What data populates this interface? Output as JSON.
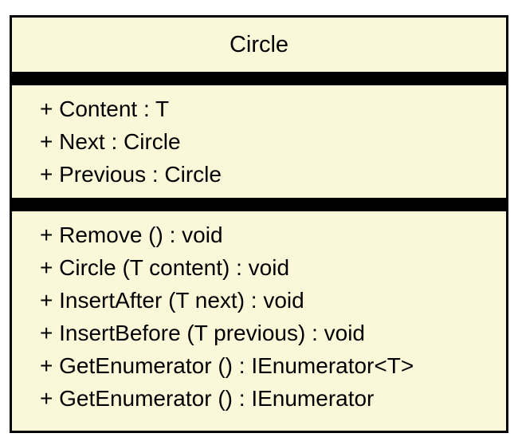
{
  "class": {
    "name": "Circle",
    "attributes": [
      "+ Content : T",
      "+ Next : Circle",
      "+ Previous : Circle"
    ],
    "operations": [
      "+ Remove () : void",
      "+ Circle (T content) : void",
      "+ InsertAfter (T next) : void",
      "+ InsertBefore (T previous) : void",
      "+ GetEnumerator () : IEnumerator<T>",
      "+ GetEnumerator () : IEnumerator"
    ]
  },
  "colors": {
    "fill": "#fbf8d9",
    "border": "#000000"
  }
}
